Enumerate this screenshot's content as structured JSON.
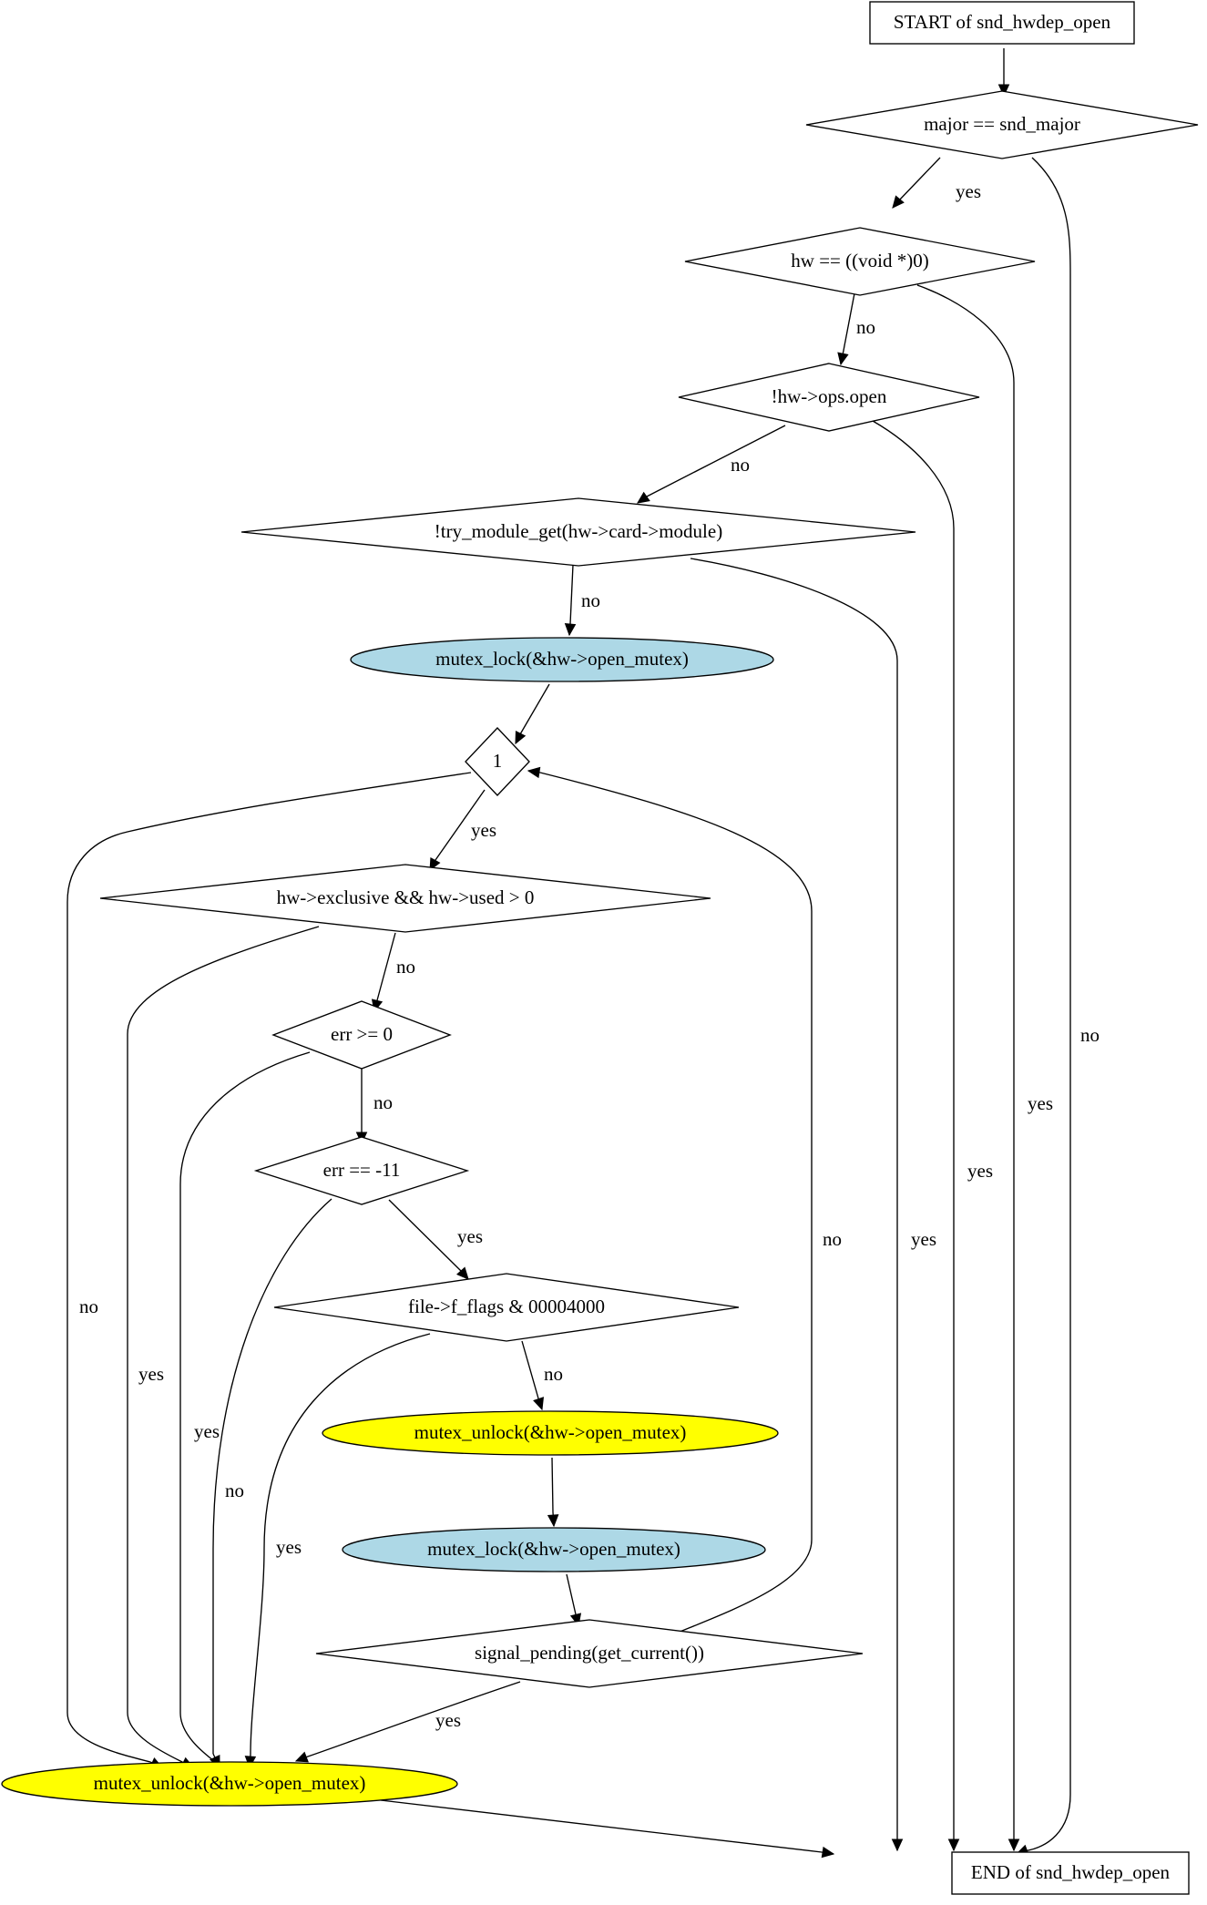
{
  "diagram": {
    "type": "flowchart",
    "colors": {
      "background": "#ffffff",
      "stroke": "#000000",
      "lock_fill": "#add8e6",
      "unlock_fill": "#ffff00",
      "default_fill": "#ffffff"
    },
    "nodes": [
      {
        "id": "start",
        "shape": "box",
        "fill": "default",
        "label": "START of snd_hwdep_open"
      },
      {
        "id": "d_major",
        "shape": "diamond",
        "fill": "default",
        "label": "major == snd_major"
      },
      {
        "id": "d_hw_null",
        "shape": "diamond",
        "fill": "default",
        "label": "hw == ((void *)0)"
      },
      {
        "id": "d_ops_open",
        "shape": "diamond",
        "fill": "default",
        "label": "!hw->ops.open"
      },
      {
        "id": "d_try_module",
        "shape": "diamond",
        "fill": "default",
        "label": "!try_module_get(hw->card->module)"
      },
      {
        "id": "lock1",
        "shape": "ellipse",
        "fill": "lock",
        "label": "mutex_lock(&hw->open_mutex)"
      },
      {
        "id": "d_loop",
        "shape": "diamond",
        "fill": "default",
        "label": "1"
      },
      {
        "id": "d_exclusive",
        "shape": "diamond",
        "fill": "default",
        "label": "hw->exclusive && hw->used > 0"
      },
      {
        "id": "d_err_ge",
        "shape": "diamond",
        "fill": "default",
        "label": "err >= 0"
      },
      {
        "id": "d_err_eq",
        "shape": "diamond",
        "fill": "default",
        "label": "err == -11"
      },
      {
        "id": "d_flags",
        "shape": "diamond",
        "fill": "default",
        "label": "file->f_flags & 00004000"
      },
      {
        "id": "unlock1",
        "shape": "ellipse",
        "fill": "unlock",
        "label": "mutex_unlock(&hw->open_mutex)"
      },
      {
        "id": "lock2",
        "shape": "ellipse",
        "fill": "lock",
        "label": "mutex_lock(&hw->open_mutex)"
      },
      {
        "id": "d_signal",
        "shape": "diamond",
        "fill": "default",
        "label": "signal_pending(get_current())"
      },
      {
        "id": "unlock_final",
        "shape": "ellipse",
        "fill": "unlock",
        "label": "mutex_unlock(&hw->open_mutex)"
      },
      {
        "id": "end",
        "shape": "box",
        "fill": "default",
        "label": "END of snd_hwdep_open"
      }
    ],
    "edges": [
      {
        "id": "e_start_major",
        "from": "start",
        "to": "d_major",
        "label": ""
      },
      {
        "id": "e_major_hw",
        "from": "d_major",
        "to": "d_hw_null",
        "label": "yes"
      },
      {
        "id": "e_major_end",
        "from": "d_major",
        "to": "end",
        "label": "no"
      },
      {
        "id": "e_hw_ops",
        "from": "d_hw_null",
        "to": "d_ops_open",
        "label": "no"
      },
      {
        "id": "e_hw_end",
        "from": "d_hw_null",
        "to": "end",
        "label": "yes"
      },
      {
        "id": "e_ops_try",
        "from": "d_ops_open",
        "to": "d_try_module",
        "label": "no"
      },
      {
        "id": "e_ops_end",
        "from": "d_ops_open",
        "to": "end",
        "label": "yes"
      },
      {
        "id": "e_try_lock",
        "from": "d_try_module",
        "to": "lock1",
        "label": "no"
      },
      {
        "id": "e_try_end",
        "from": "d_try_module",
        "to": "end",
        "label": "yes"
      },
      {
        "id": "e_lock_loop",
        "from": "lock1",
        "to": "d_loop",
        "label": ""
      },
      {
        "id": "e_loop_excl",
        "from": "d_loop",
        "to": "d_exclusive",
        "label": "yes"
      },
      {
        "id": "e_loop_unlock",
        "from": "d_loop",
        "to": "unlock_final",
        "label": "no"
      },
      {
        "id": "e_excl_errge",
        "from": "d_exclusive",
        "to": "d_err_ge",
        "label": "no"
      },
      {
        "id": "e_excl_unlock",
        "from": "d_exclusive",
        "to": "unlock_final",
        "label": "yes"
      },
      {
        "id": "e_errge_erreq",
        "from": "d_err_ge",
        "to": "d_err_eq",
        "label": "no"
      },
      {
        "id": "e_errge_unlock",
        "from": "d_err_ge",
        "to": "unlock_final",
        "label": "yes"
      },
      {
        "id": "e_erreq_flags",
        "from": "d_err_eq",
        "to": "d_flags",
        "label": "yes"
      },
      {
        "id": "e_erreq_unlock",
        "from": "d_err_eq",
        "to": "unlock_final",
        "label": "no"
      },
      {
        "id": "e_flags_unlock1",
        "from": "d_flags",
        "to": "unlock1",
        "label": "no"
      },
      {
        "id": "e_flags_unlock",
        "from": "d_flags",
        "to": "unlock_final",
        "label": "yes"
      },
      {
        "id": "e_unlock1_lock2",
        "from": "unlock1",
        "to": "lock2",
        "label": ""
      },
      {
        "id": "e_lock2_signal",
        "from": "lock2",
        "to": "d_signal",
        "label": ""
      },
      {
        "id": "e_signal_loop",
        "from": "d_signal",
        "to": "d_loop",
        "label": "no"
      },
      {
        "id": "e_signal_unlock",
        "from": "d_signal",
        "to": "unlock_final",
        "label": "yes"
      },
      {
        "id": "e_unlock_end",
        "from": "unlock_final",
        "to": "end",
        "label": ""
      }
    ]
  }
}
